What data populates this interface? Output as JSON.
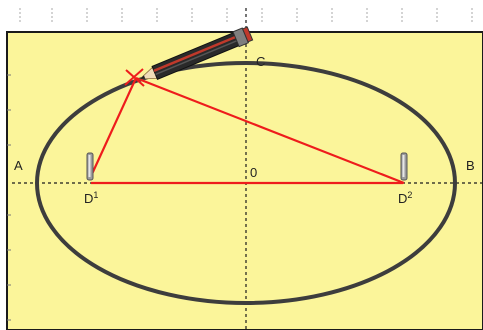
{
  "colors": {
    "paper": "#fbf59a",
    "outside": "#ffffff",
    "ellipse": "#3d3d3d",
    "string": "#ee1c1c",
    "axis": "#1a1a1a",
    "pin": "#9c9c9c",
    "pencil_body": "#2a2a2a",
    "pencil_stripe": "#c0392b",
    "pencil_tip": "#f1ddb8"
  },
  "labels": {
    "a": "A",
    "b": "B",
    "c": "C",
    "origin": "0",
    "d1_letter": "D",
    "d1_index": "1",
    "d2_letter": "D",
    "d2_index": "2"
  },
  "icons": {
    "pencil": "pencil-icon",
    "pin": "pin-icon"
  }
}
